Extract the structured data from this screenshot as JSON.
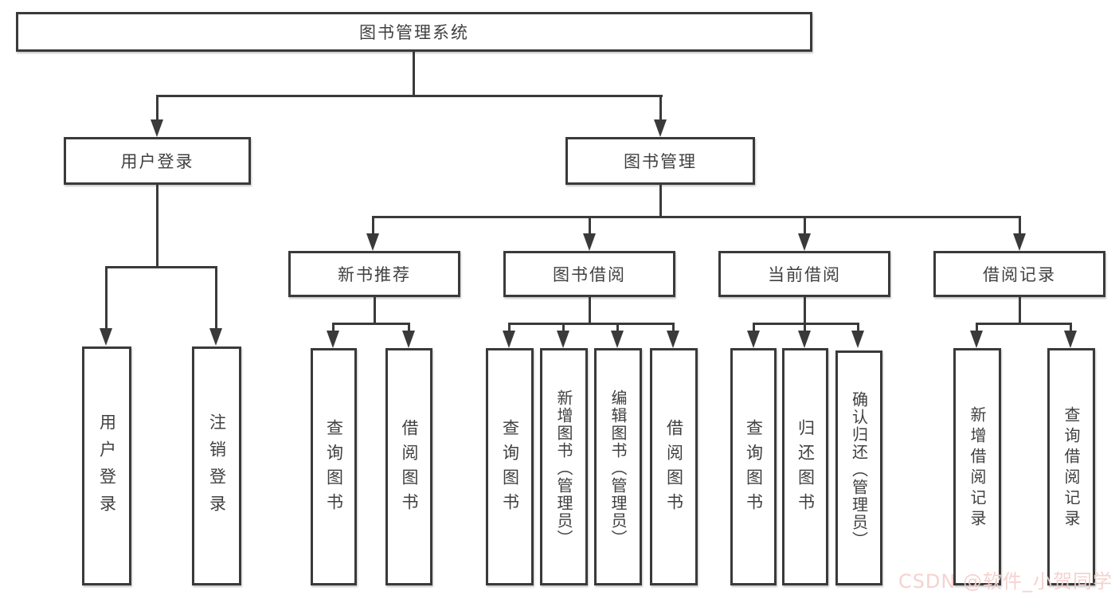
{
  "nodes": {
    "root": {
      "label": "图书管理系统"
    },
    "user_login": {
      "label": "用户登录"
    },
    "book_mgmt": {
      "label": "图书管理"
    },
    "new_book_rec": {
      "label": "新书推荐"
    },
    "book_borrow": {
      "label": "图书借阅"
    },
    "current_borrow": {
      "label": "当前借阅"
    },
    "borrow_record": {
      "label": "借阅记录"
    },
    "leaf_user_login": {
      "label": "用户登录"
    },
    "leaf_logout": {
      "label": "注销登录"
    },
    "leaf_query_book_rec": {
      "label": "查询图书"
    },
    "leaf_borrow_book_rec": {
      "label": "借阅图书"
    },
    "leaf_query_book_borrow": {
      "label": "查询图书"
    },
    "leaf_add_book": {
      "label": "新增图书（管理员）"
    },
    "leaf_edit_book": {
      "label": "编辑图书（管理员）"
    },
    "leaf_borrow_book_borrow": {
      "label": "借阅图书"
    },
    "leaf_query_book_current": {
      "label": "查询图书"
    },
    "leaf_return_book": {
      "label": "归还图书"
    },
    "leaf_confirm_return": {
      "label": "确认归还（管理员）"
    },
    "leaf_add_record": {
      "label": "新增借阅记录"
    },
    "leaf_query_record": {
      "label": "查询借阅记录"
    }
  },
  "watermark": {
    "text": "CSDN @软件_小贺同学",
    "color": "#f4cecb"
  },
  "colors": {
    "line": "#3a3a3a",
    "text": "#404040",
    "background": "#ffffff"
  }
}
